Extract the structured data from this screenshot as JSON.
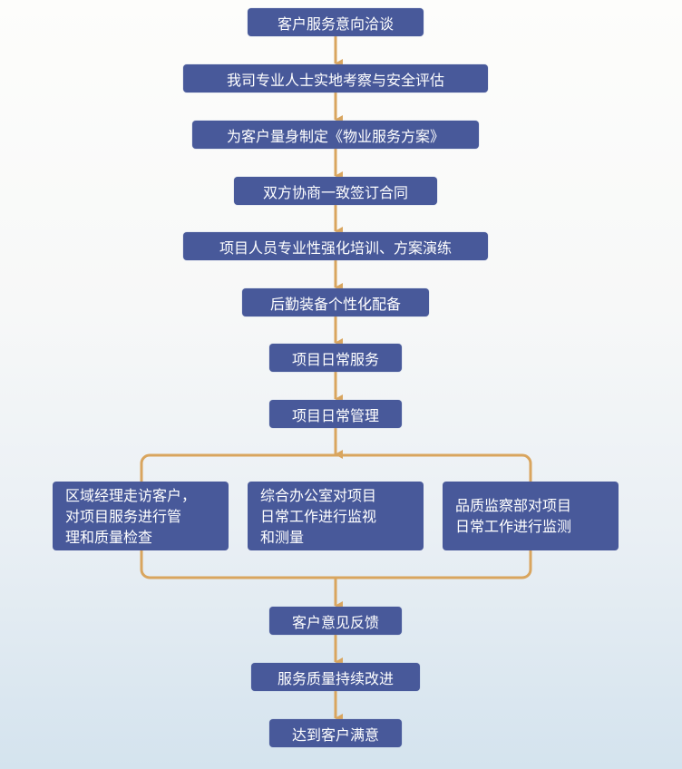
{
  "steps": [
    "客户服务意向洽谈",
    "我司专业人士实地考察与安全评估",
    "为客户量身制定《物业服务方案》",
    "双方协商一致签订合同",
    "项目人员专业性强化培训、方案演练",
    "后勤装备个性化配备",
    "项目日常服务",
    "项目日常管理"
  ],
  "parallel": [
    "区域经理走访客户，\n对项目服务进行管\n理和质量检查",
    "综合办公室对项目\n日常工作进行监视\n和测量",
    "品质监察部对项目\n日常工作进行监测"
  ],
  "final_steps": [
    "客户意见反馈",
    "服务质量持续改进",
    "达到客户满意"
  ],
  "colors": {
    "box": "#48599a",
    "connector": "#d9a55e"
  }
}
